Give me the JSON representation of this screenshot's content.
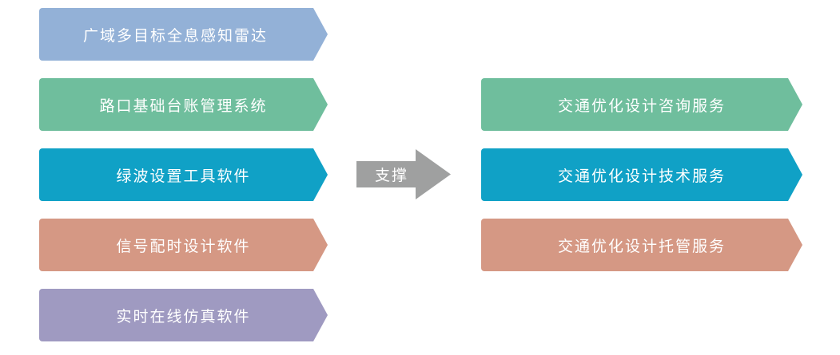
{
  "colors": {
    "blue": "#93b1d7",
    "green": "#6fbe9d",
    "teal": "#10a1c6",
    "salmon": "#d59884",
    "purple": "#9f9ac1",
    "arrow": "#9fa0a0"
  },
  "left_items": [
    {
      "label": "广域多目标全息感知雷达"
    },
    {
      "label": "路口基础台账管理系统"
    },
    {
      "label": "绿波设置工具软件"
    },
    {
      "label": "信号配时设计软件"
    },
    {
      "label": "实时在线仿真软件"
    }
  ],
  "arrow": {
    "label": "支撑"
  },
  "right_items": [
    {
      "label": "交通优化设计咨询服务"
    },
    {
      "label": "交通优化设计技术服务"
    },
    {
      "label": "交通优化设计托管服务"
    }
  ]
}
